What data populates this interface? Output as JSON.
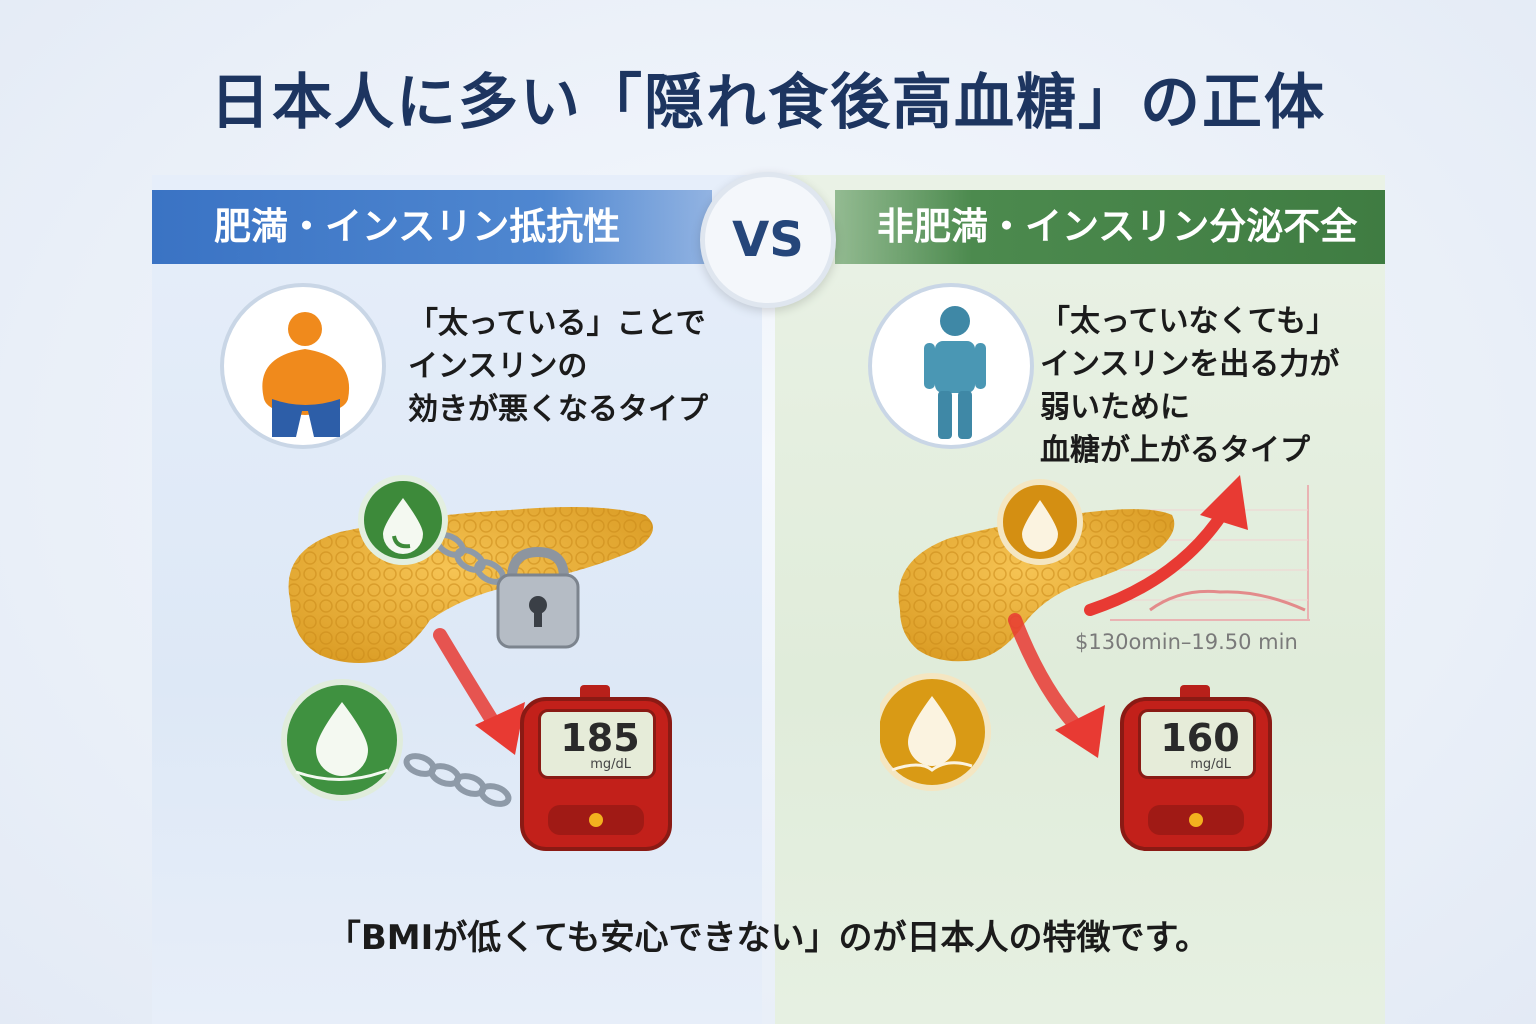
{
  "title": "日本人に多い「隠れ食後高血糖」の正体",
  "vs_label": "VS",
  "left": {
    "heading": "肥満・インスリン抵抗性",
    "description": [
      "「太っている」ことで",
      "インスリンの",
      "効きが悪くなるタイプ"
    ],
    "meter": {
      "value": "185",
      "unit": "mg/dL"
    }
  },
  "right": {
    "heading": "非肥満・インスリン分泌不全",
    "description": [
      "「太っていなくても」",
      "インスリンを出る力が",
      "弱いために",
      "血糖が上がるタイプ"
    ],
    "meter": {
      "value": "160",
      "unit": "mg/dL"
    },
    "time_label": "$130omin–19.50 min"
  },
  "footer": "「BMIが低くても安心できない」のが日本人の特徴です。",
  "colors": {
    "title": "#1d3560",
    "left_band": "#3a73c4",
    "right_band": "#3f7c42",
    "drop_green": "#3d8a3a",
    "drop_orange": "#d48f12",
    "meter_red": "#c2201a",
    "arrow_red": "#e83a33"
  },
  "icons": {
    "left_avatar": "obese-person-icon",
    "right_avatar": "slim-person-icon",
    "lock": "padlock-icon",
    "chain": "chain-icon",
    "insulin": "insulin-drop-icon",
    "pancreas": "pancreas-illustration",
    "meter": "glucose-meter-icon",
    "rising": "rising-arrow-chart-icon"
  }
}
